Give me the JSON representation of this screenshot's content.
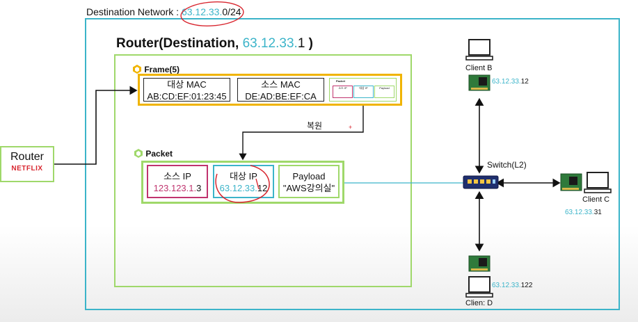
{
  "network": {
    "label": "Destination Network :",
    "prefix": "63.12.33.",
    "suffix": "0/24"
  },
  "router_dest": {
    "title_prefix": "Router(Destination, ",
    "ip_prefix": "63.12.33.",
    "ip_suffix": "1",
    "title_suffix": " )"
  },
  "frame": {
    "title": "Frame(5)",
    "dest_mac": {
      "label": "대상 MAC",
      "value": "AB:CD:EF:01:23:45"
    },
    "src_mac": {
      "label": "소스 MAC",
      "value": "DE:AD:BE:EF:CA"
    },
    "mini_packet": {
      "title": "Packet",
      "cells": [
        "소스 IP",
        "대상 IP",
        "Payload"
      ]
    }
  },
  "restore_label": "복원",
  "packet": {
    "title": "Packet",
    "src_ip": {
      "label": "소스 IP",
      "prefix": "123.123.1.",
      "suffix": "3"
    },
    "dest_ip": {
      "label": "대상 IP",
      "prefix": "63.12.33.",
      "suffix": "12"
    },
    "payload": {
      "label": "Payload",
      "value": "\"AWS강의실\""
    }
  },
  "external_router": {
    "label": "Router",
    "brand": "NETFLIX"
  },
  "switch": {
    "label": "Switch(L2)"
  },
  "clients": {
    "b": {
      "name": "Client B",
      "ip_prefix": "63.12.33.",
      "ip_suffix": "12"
    },
    "c": {
      "name": "Client C",
      "ip_prefix": "63.12.33.",
      "ip_suffix": "31"
    },
    "d": {
      "name": "Clien: D",
      "ip_prefix": "63.12.33.",
      "ip_suffix": "122"
    }
  },
  "colors": {
    "network_border": "#3bb4c9",
    "router_border": "#9fd86a",
    "frame_border": "#f0b400",
    "ip_accent": "#3bb4c9",
    "src_ip_accent": "#c0336e",
    "annotation_red": "#d8262f"
  }
}
